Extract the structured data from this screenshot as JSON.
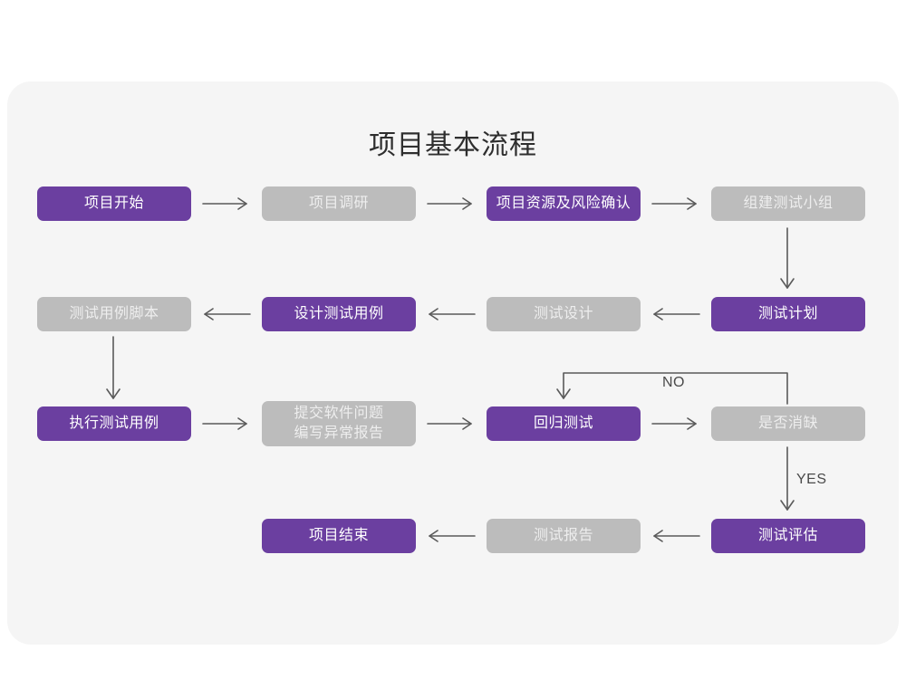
{
  "diagram": {
    "title": "项目基本流程",
    "colors": {
      "card_background": "#f5f5f5",
      "page_background": "#ffffff",
      "primary": "#6b3fa0",
      "secondary": "#bcbcbc",
      "connector": "#5a5a5a",
      "title_text": "#2e2e2e",
      "primary_text": "#ffffff",
      "secondary_text": "#eeeeee"
    },
    "nodes": [
      {
        "id": "n1",
        "label": "项目开始",
        "style": "purple",
        "row": 1,
        "col": 1
      },
      {
        "id": "n2",
        "label": "项目调研",
        "style": "gray",
        "row": 1,
        "col": 2
      },
      {
        "id": "n3",
        "label": "项目资源及风险确认",
        "style": "purple",
        "row": 1,
        "col": 3
      },
      {
        "id": "n4",
        "label": "组建测试小组",
        "style": "gray",
        "row": 1,
        "col": 4
      },
      {
        "id": "n5",
        "label": "测试用例脚本",
        "style": "gray",
        "row": 2,
        "col": 1
      },
      {
        "id": "n6",
        "label": "设计测试用例",
        "style": "purple",
        "row": 2,
        "col": 2
      },
      {
        "id": "n7",
        "label": "测试设计",
        "style": "gray",
        "row": 2,
        "col": 3
      },
      {
        "id": "n8",
        "label": "测试计划",
        "style": "purple",
        "row": 2,
        "col": 4
      },
      {
        "id": "n9",
        "label": "执行测试用例",
        "style": "purple",
        "row": 3,
        "col": 1
      },
      {
        "id": "n10",
        "label": "提交软件问题\n编写异常报告",
        "style": "gray",
        "row": 3,
        "col": 2
      },
      {
        "id": "n11",
        "label": "回归测试",
        "style": "purple",
        "row": 3,
        "col": 3
      },
      {
        "id": "n12",
        "label": "是否消缺",
        "style": "gray",
        "row": 3,
        "col": 4
      },
      {
        "id": "n13",
        "label": "项目结束",
        "style": "purple",
        "row": 4,
        "col": 2
      },
      {
        "id": "n14",
        "label": "测试报告",
        "style": "gray",
        "row": 4,
        "col": 3
      },
      {
        "id": "n15",
        "label": "测试评估",
        "style": "purple",
        "row": 4,
        "col": 4
      }
    ],
    "edge_labels": {
      "no": "NO",
      "yes": "YES"
    }
  }
}
